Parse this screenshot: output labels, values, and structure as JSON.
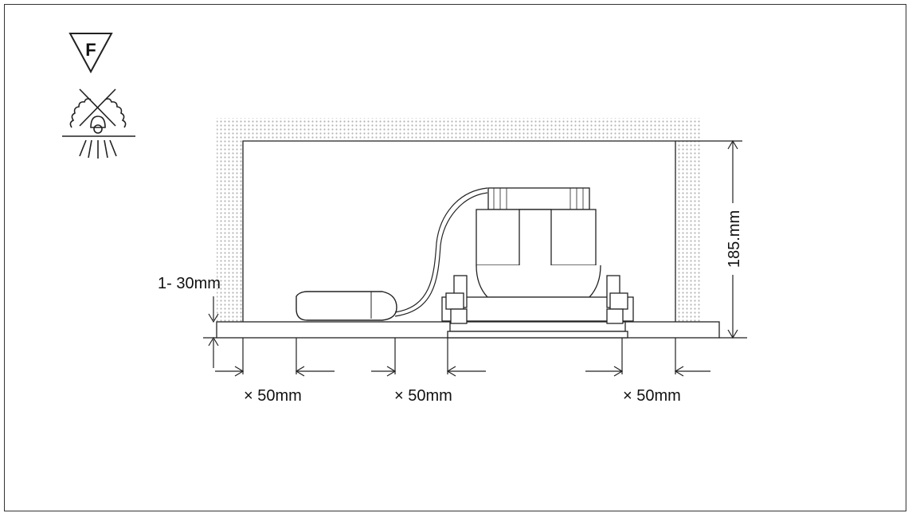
{
  "symbols": {
    "f_mark": "F",
    "f_mark_icon": "f-mark-triangle-icon",
    "no_insulation_icon": "no-thermal-insulation-cover-icon"
  },
  "dimensions": {
    "height": "185.mm",
    "insulation_gap": "1- 30mm",
    "clearance_left": "× 50mm",
    "clearance_center": "× 50mm",
    "clearance_right": "× 50mm"
  },
  "colors": {
    "line": "#222222",
    "dots": "#b5b5b5"
  }
}
